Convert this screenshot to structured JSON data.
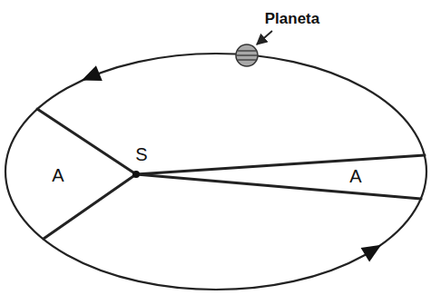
{
  "diagram": {
    "labels": [
      "Planeta",
      "S",
      "A",
      "A"
    ]
  }
}
